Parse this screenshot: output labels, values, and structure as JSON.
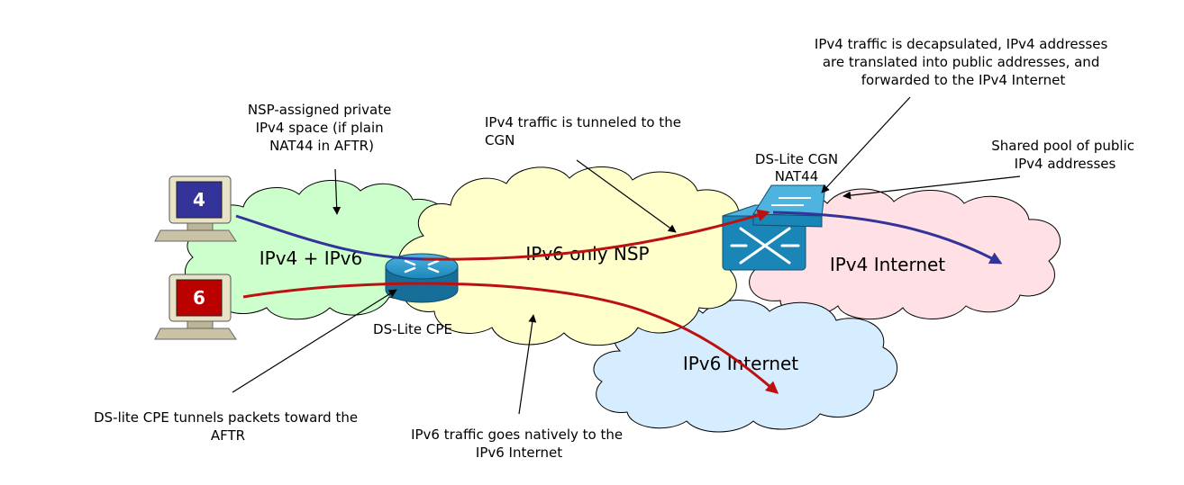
{
  "clouds": {
    "dual_stack": "IPv4 + IPv6",
    "nsp": "IPv6 only NSP",
    "ipv4_internet": "IPv4 Internet",
    "ipv6_internet": "IPv6 Internet"
  },
  "hosts": {
    "v4": "4",
    "v6": "6"
  },
  "devices": {
    "cpe": "DS-Lite CPE",
    "cgn_line1": "DS-Lite CGN",
    "cgn_line2": "NAT44"
  },
  "annotations": {
    "private_space": [
      "NSP-assigned private",
      "IPv4 space (if plain",
      "NAT44 in AFTR)"
    ],
    "tunneled": [
      "IPv4 traffic  is tunneled to the",
      "CGN"
    ],
    "decap": [
      "IPv4 traffic is decapsulated, IPv4 addresses",
      "are translated into public addresses, and",
      "forwarded to the IPv4 Internet"
    ],
    "shared_pool": [
      "Shared pool of public",
      "IPv4 addresses"
    ],
    "cpe_tunnels": [
      "DS-lite CPE tunnels packets  toward the",
      "AFTR"
    ],
    "ipv6_native": [
      "IPv6 traffic goes natively to the",
      "IPv6 Internet"
    ]
  },
  "colors": {
    "ipv4_flow": "#33339a",
    "ipv6_flow": "#bb1111",
    "dual_stack_cloud": "#ccffcc",
    "nsp_cloud": "#ffffcc",
    "ipv4_cloud": "#ffe0e4",
    "ipv6_cloud": "#d6ecff",
    "host_v4": "#333399",
    "host_v6": "#bb0000",
    "router": "#1a86b8"
  }
}
